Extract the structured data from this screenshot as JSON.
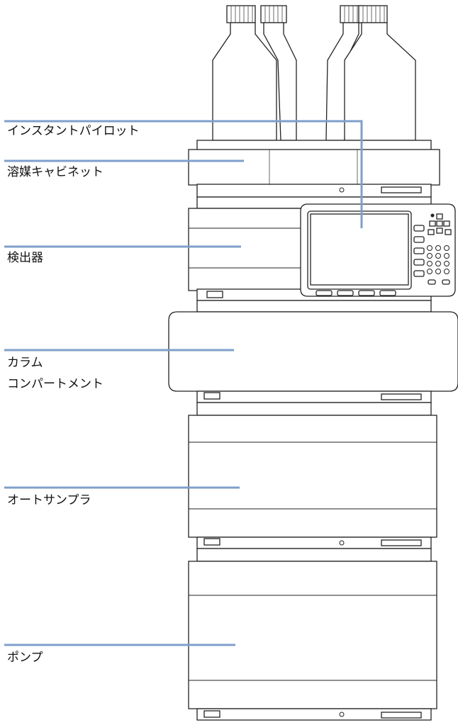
{
  "labels": {
    "pilot": "インスタントパイロット",
    "solvent": "溶媒キャビネット",
    "detector": "検出器",
    "column_line1": "カラム",
    "column_line2": "コンパートメント",
    "sampler": "オートサンプラ",
    "pump": "ポンプ"
  },
  "colors": {
    "leader_line": "#7f9fcb",
    "outline": "#222222"
  }
}
